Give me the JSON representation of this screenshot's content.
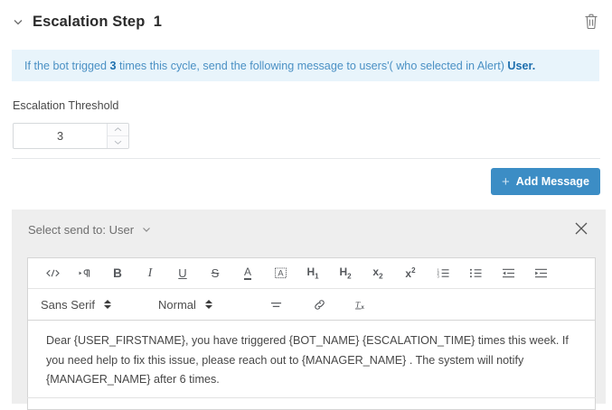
{
  "header": {
    "title": "Escalation Step  1",
    "collapse_icon": "chevron-down-icon",
    "delete_icon": "trash-icon"
  },
  "info_banner": {
    "text_before": "If the bot trigged ",
    "threshold_count": "3",
    "text_middle": " times this cycle, send the following message to users'( who selected in Alert) ",
    "target": "User."
  },
  "threshold": {
    "label": "Escalation Threshold",
    "value": "3",
    "placeholder": "3",
    "increment_icon": "chevron-up-icon",
    "decrement_icon": "chevron-down-icon"
  },
  "toolbar": {
    "add_message_label": "Add Message",
    "add_message_icon": "plus-icon",
    "accent_color": "#3c8dc5"
  },
  "message_panel": {
    "send_to_label": "Select send to: User",
    "send_to_caret_icon": "chevron-down-icon",
    "close_icon": "close-icon",
    "background_color": "#eeeeee"
  },
  "editor": {
    "tools_row1": [
      {
        "name": "code-block-icon",
        "label": "</>"
      },
      {
        "name": "text-direction-icon",
        "label": "‣¶"
      },
      {
        "name": "bold-icon",
        "label": "B"
      },
      {
        "name": "italic-icon",
        "label": "I"
      },
      {
        "name": "underline-icon",
        "label": "U"
      },
      {
        "name": "strikethrough-icon",
        "label": "S"
      },
      {
        "name": "font-color-icon",
        "label": "A"
      },
      {
        "name": "highlight-color-icon",
        "label": "A"
      },
      {
        "name": "heading-1-icon",
        "label": "H1"
      },
      {
        "name": "heading-2-icon",
        "label": "H2"
      },
      {
        "name": "subscript-icon",
        "label": "x2"
      },
      {
        "name": "superscript-icon",
        "label": "x2"
      },
      {
        "name": "ordered-list-icon",
        "label": "1."
      },
      {
        "name": "bullet-list-icon",
        "label": "•"
      },
      {
        "name": "indent-decrease-icon",
        "label": "←"
      },
      {
        "name": "indent-increase-icon",
        "label": "→"
      }
    ],
    "font_family": "Sans Serif",
    "font_size": "Normal",
    "tools_row2": [
      {
        "name": "align-icon",
        "label": "align"
      },
      {
        "name": "link-icon",
        "label": "link"
      },
      {
        "name": "clear-formatting-icon",
        "label": "Tx"
      }
    ],
    "message_body": "Dear {USER_FIRSTNAME}, you have triggered {BOT_NAME} {ESCALATION_TIME} times this week. If you need help to fix this issue, please reach out to {MANAGER_NAME} . The system will notify {MANAGER_NAME} after 6 times."
  }
}
